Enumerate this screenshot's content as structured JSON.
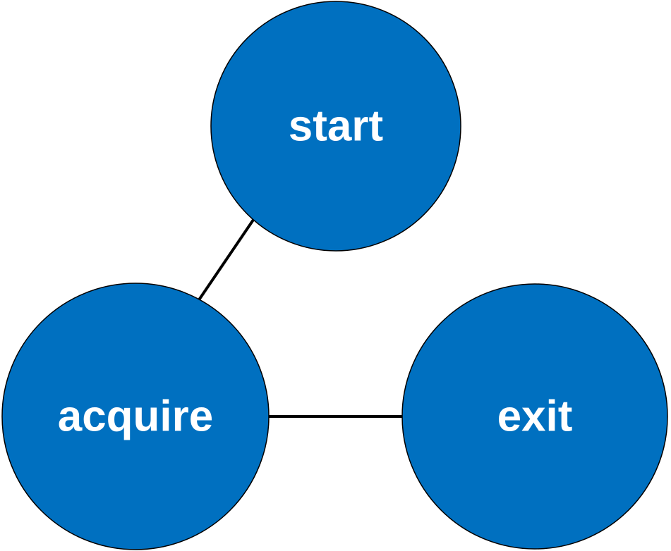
{
  "colors": {
    "node_fill": "#0070C0",
    "node_text": "#ffffff",
    "edge": "#000000",
    "background": "#ffffff"
  },
  "nodes": {
    "start": {
      "label": "start"
    },
    "acquire": {
      "label": "acquire"
    },
    "exit": {
      "label": "exit"
    }
  },
  "edges": [
    {
      "from": "start",
      "to": "acquire"
    },
    {
      "from": "acquire",
      "to": "exit"
    }
  ]
}
